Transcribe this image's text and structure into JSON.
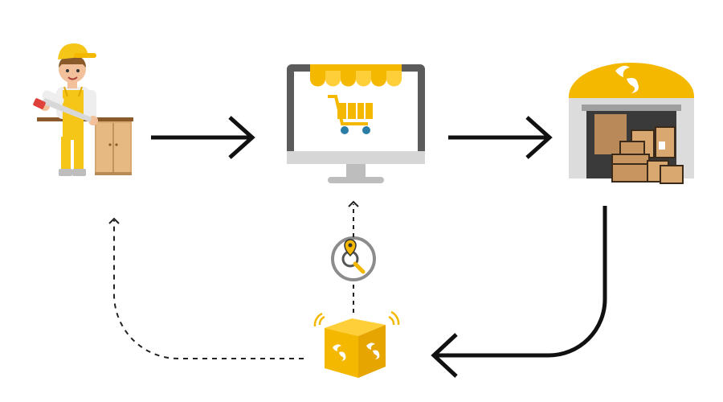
{
  "diagram": {
    "nodes": [
      {
        "id": "carpenter",
        "icon": "carpenter-icon"
      },
      {
        "id": "online-shop",
        "icon": "online-shop-icon"
      },
      {
        "id": "warehouse",
        "icon": "warehouse-icon"
      },
      {
        "id": "tracking",
        "icon": "location-search-icon"
      },
      {
        "id": "package",
        "icon": "package-icon"
      }
    ],
    "edges": [
      {
        "from": "carpenter",
        "to": "online-shop",
        "style": "solid"
      },
      {
        "from": "online-shop",
        "to": "warehouse",
        "style": "solid"
      },
      {
        "from": "warehouse",
        "to": "package",
        "style": "solid"
      },
      {
        "from": "package",
        "to": "online-shop",
        "style": "dashed"
      },
      {
        "from": "package",
        "to": "carpenter",
        "style": "dashed"
      }
    ],
    "colors": {
      "accent": "#f5b800",
      "accent_light": "#ffcf3a",
      "line": "#111111",
      "wood": "#d9a770",
      "grey": "#dcdcdc"
    }
  }
}
